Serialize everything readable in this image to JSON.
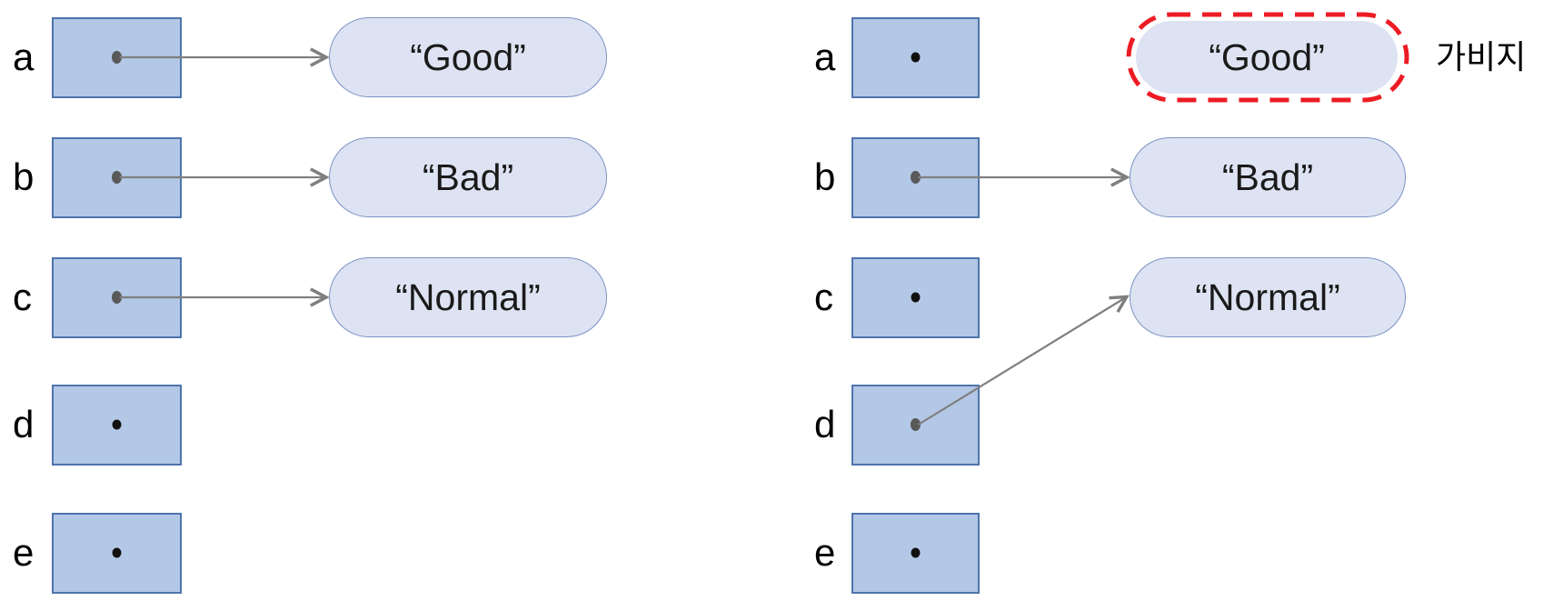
{
  "diagram": {
    "panels": [
      {
        "side": "left",
        "variables": [
          {
            "label": "a",
            "points_to": "Good"
          },
          {
            "label": "b",
            "points_to": "Bad"
          },
          {
            "label": "c",
            "points_to": "Normal"
          },
          {
            "label": "d",
            "points_to": null
          },
          {
            "label": "e",
            "points_to": null
          }
        ],
        "objects": [
          {
            "label": "“Good”",
            "value": "Good",
            "garbage": false
          },
          {
            "label": "“Bad”",
            "value": "Bad",
            "garbage": false
          },
          {
            "label": "“Normal”",
            "value": "Normal",
            "garbage": false
          }
        ]
      },
      {
        "side": "right",
        "variables": [
          {
            "label": "a",
            "points_to": null
          },
          {
            "label": "b",
            "points_to": "Bad"
          },
          {
            "label": "c",
            "points_to": null
          },
          {
            "label": "d",
            "points_to": "Normal"
          },
          {
            "label": "e",
            "points_to": null
          }
        ],
        "objects": [
          {
            "label": "“Good”",
            "value": "Good",
            "garbage": true,
            "annotation": "가비지"
          },
          {
            "label": "“Bad”",
            "value": "Bad",
            "garbage": false
          },
          {
            "label": "“Normal”",
            "value": "Normal",
            "garbage": false
          }
        ]
      }
    ],
    "colors": {
      "box_fill": "#b3c7e6",
      "box_border": "#4f74ad",
      "pill_fill": "#dde3f2",
      "pill_border": "#7b93c4",
      "arrow": "#7f7f7f",
      "garbage_outline": "#ed1c24",
      "dot_dark": "#111111",
      "dot_gray": "#595959",
      "text": "#1a1a1a"
    }
  }
}
